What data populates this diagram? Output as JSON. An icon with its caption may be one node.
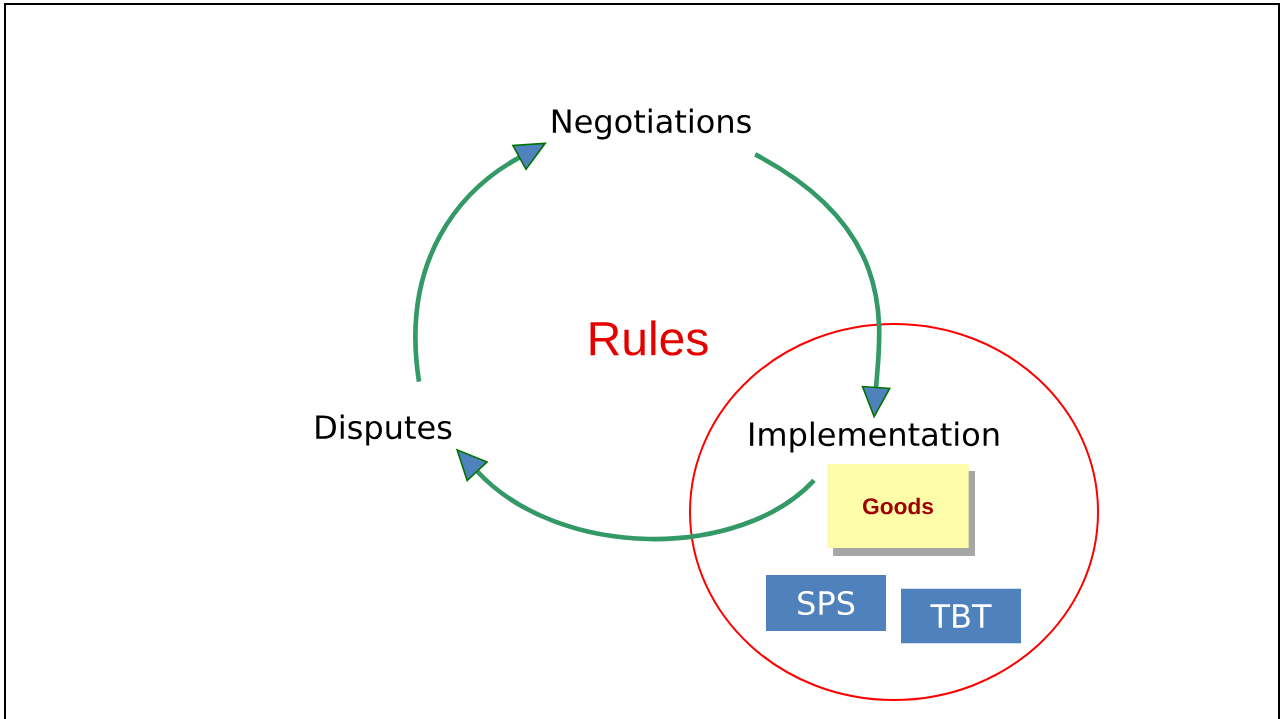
{
  "diagram": {
    "nodes": [
      {
        "text": [
          "Negotiations"
        ]
      },
      {
        "text": [
          "Disputes"
        ]
      },
      {
        "text": [],
        "shape": "circle"
      },
      {
        "text": [
          "Implementation"
        ],
        "in": 2
      },
      {
        "text": [
          "Goods"
        ],
        "in": 2
      },
      {
        "text": [
          "SPS"
        ],
        "in": 2
      },
      {
        "text": [
          "TBT"
        ],
        "in": 2
      }
    ],
    "edges": [
      {
        "from": 0,
        "to": 3,
        "arrow": "to"
      },
      {
        "from": 3,
        "to": 1,
        "arrow": "to"
      },
      {
        "from": 1,
        "to": 0,
        "arrow": "to"
      }
    ],
    "labels": [
      "Rules"
    ]
  }
}
